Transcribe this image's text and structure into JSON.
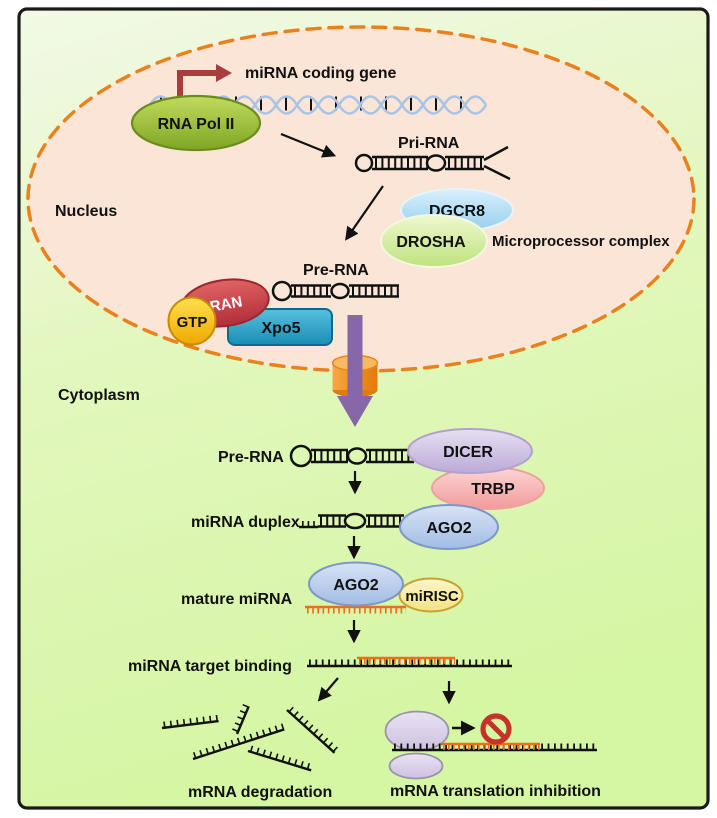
{
  "figure_type": "miRNA biogenesis pathway diagram",
  "labels": {
    "nucleus": "Nucleus",
    "cytoplasm": "Cytoplasm",
    "mirna_coding_gene": "miRNA coding gene",
    "rna_pol_ii": "RNA Pol II",
    "pri_rna": "Pri-RNA",
    "dgcr8": "DGCR8",
    "drosha": "DROSHA",
    "microprocessor_complex": "Microprocessor complex",
    "pre_rna_nucleus": "Pre-RNA",
    "gtp": "GTP",
    "ran": "RAN",
    "xpo5": "Xpo5",
    "pre_rna_cytoplasm": "Pre-RNA",
    "dicer": "DICER",
    "trbp": "TRBP",
    "mirna_duplex": "miRNA duplex",
    "ago2_duplex": "AGO2",
    "mature_mirna": "mature miRNA",
    "ago2_mature": "AGO2",
    "mirisc": "miRISC",
    "mirna_target_binding": "miRNA target binding",
    "mrna_degradation": "mRNA degradation",
    "mrna_translation_inhibition": "mRNA translation inhibition"
  },
  "colors": {
    "background_top": "#f0f8e2",
    "background_bottom": "#d5f6a3",
    "frame": "#1a1a1a",
    "nucleus_fill": "#fbe5d6",
    "nucleus_border": "#e8821e",
    "promoter_arrow": "#a93c3c",
    "dna_strand": "#a9c4e6",
    "rna_pol_ii_fill": "#9ec238",
    "dgcr8_fill": "#a3d7ef",
    "drosha_fill": "#c8e88f",
    "ran_fill": "#c4333f",
    "gtp_fill": "#f7c218",
    "xpo5_fill": "#2196bc",
    "nuclear_pore_fill": "#ef8d1a",
    "export_arrow": "#8767a8",
    "dicer_fill": "#c5b3dd",
    "trbp_fill": "#f6a3a3",
    "ago2_fill": "#aec5e8",
    "mirisc_fill": "#f8efad",
    "mirna_strand": "#e8701a",
    "ribosome_fill": "#d9cfe9",
    "stop_sign": "#c5322a",
    "rna_line": "#111111"
  }
}
